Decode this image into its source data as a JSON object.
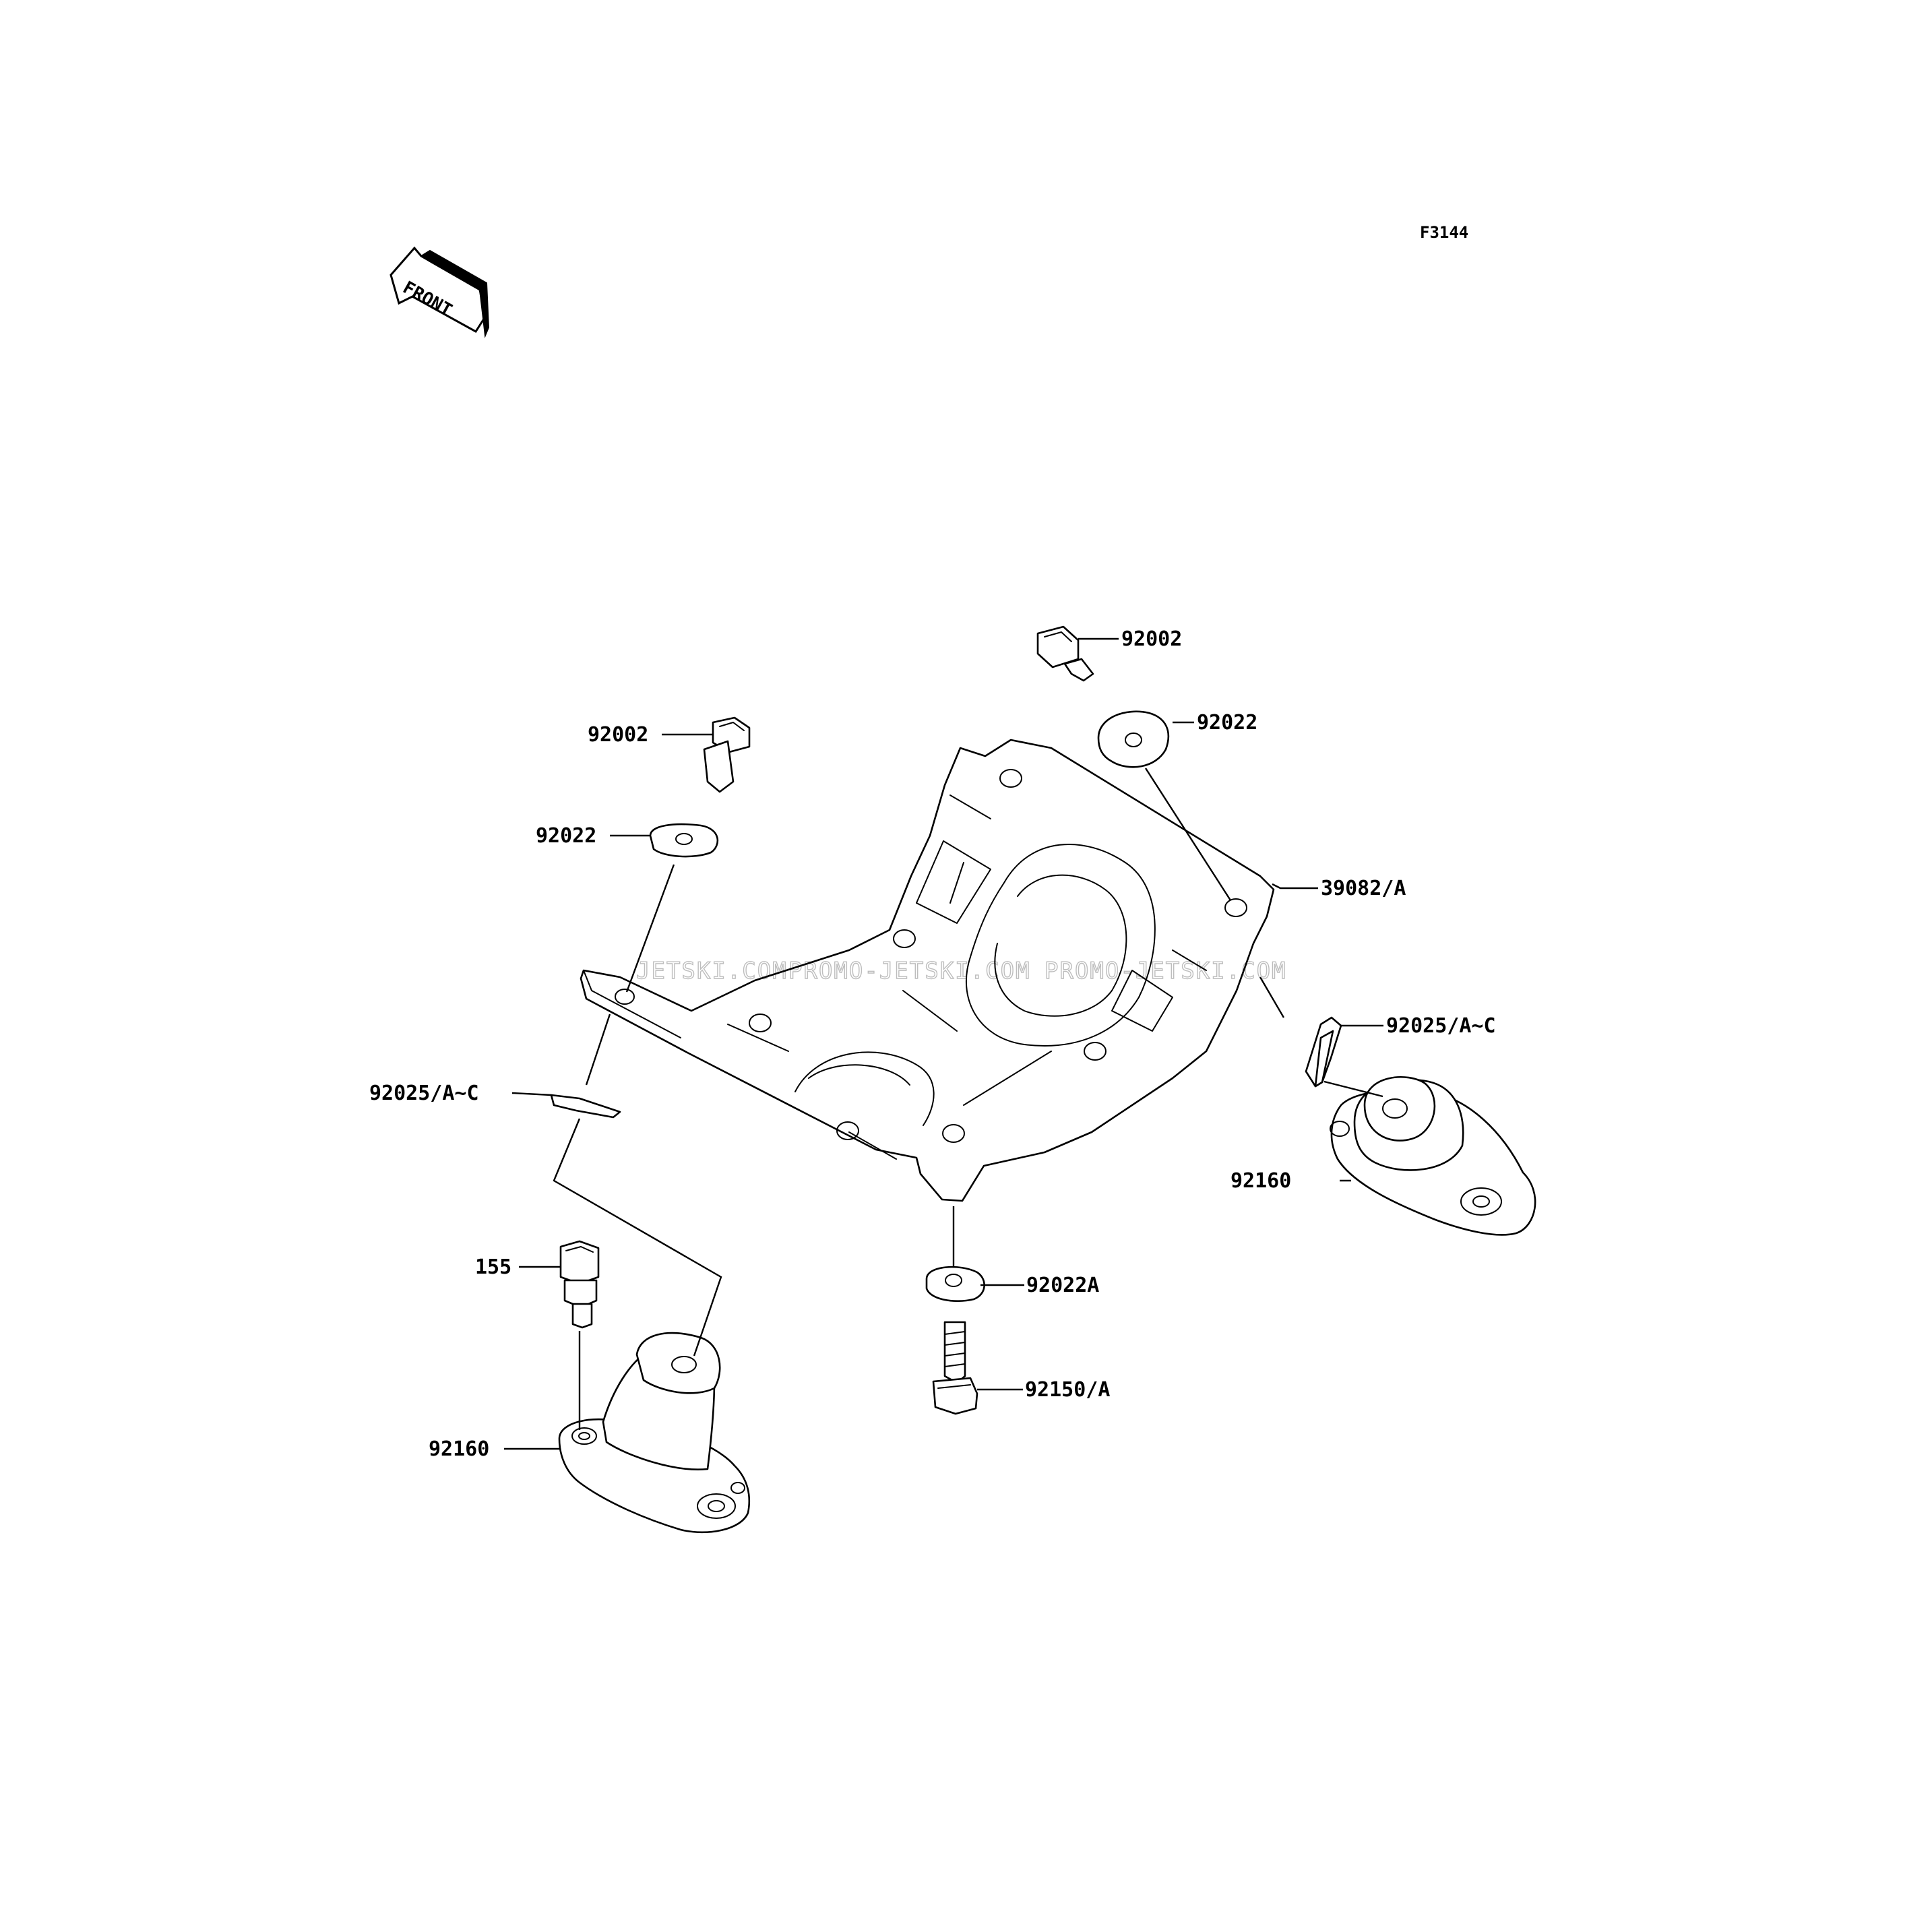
{
  "figure_id": "F3144",
  "front_indicator": "FRONT",
  "watermarks": [
    "JETSKI.COM",
    "PROMO-JETSKI.COM",
    "PROMO-JETSKI.COM"
  ],
  "labels": {
    "bolt_top_right": "92002",
    "washer_top_right": "92022",
    "bolt_left": "92002",
    "washer_left": "92022",
    "bed_plate": "39082/A",
    "shim_right": "92025/A~C",
    "shim_left": "92025/A~C",
    "mount_right": "92160",
    "bolt_155": "155",
    "washer_center": "92022A",
    "bolt_center": "92150/A",
    "mount_left": "92160"
  }
}
